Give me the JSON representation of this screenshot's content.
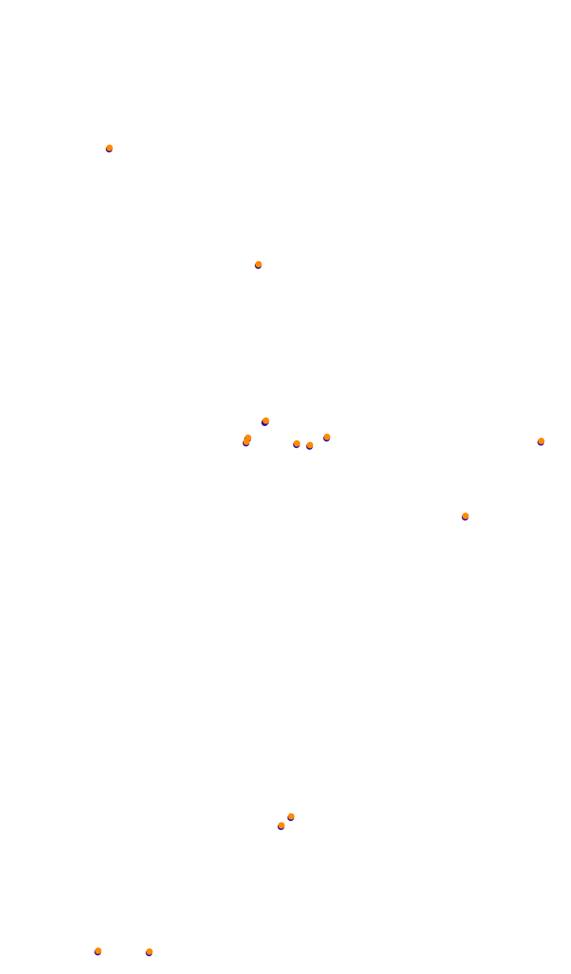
{
  "colors": {
    "background": "#ffffff",
    "marker_fill": "#ff8a00",
    "marker_shadow": "#2a0aa8"
  },
  "markers": [
    {
      "id": "m1"
    },
    {
      "id": "m2"
    },
    {
      "id": "m3"
    },
    {
      "id": "m4"
    },
    {
      "id": "m5"
    },
    {
      "id": "m6"
    },
    {
      "id": "m7"
    },
    {
      "id": "m8"
    },
    {
      "id": "m9"
    },
    {
      "id": "m10"
    },
    {
      "id": "m11"
    },
    {
      "id": "m12"
    },
    {
      "id": "m13"
    },
    {
      "id": "m14"
    },
    {
      "id": "m15"
    }
  ]
}
